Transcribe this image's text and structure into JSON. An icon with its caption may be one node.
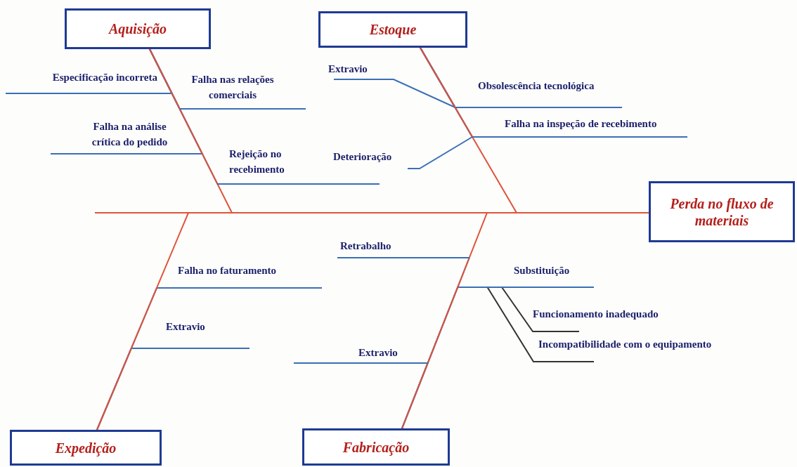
{
  "diagram": {
    "nodes": [
      {
        "text": [
          "Aquisição"
        ]
      },
      {
        "text": [
          "Especificação incorreta"
        ]
      },
      {
        "text": [
          "Falha nas relações comerciais"
        ]
      },
      {
        "text": [
          "Falha na análise crítica do pedido"
        ]
      },
      {
        "text": [
          "Rejeição no recebimento"
        ]
      },
      {
        "text": [
          "Estoque"
        ]
      },
      {
        "text": [
          "Extravio"
        ]
      },
      {
        "text": [
          "Obsolescência tecnológica"
        ]
      },
      {
        "text": [
          "Falha na inspeção de recebimento"
        ]
      },
      {
        "text": [
          "Deterioração"
        ]
      },
      {
        "text": [
          "Perda no fluxo de materiais"
        ]
      },
      {
        "text": [
          "Retrabalho"
        ]
      },
      {
        "text": [
          "Falha no faturamento"
        ]
      },
      {
        "text": [
          "Substituição"
        ]
      },
      {
        "text": [
          "Funcionamento inadequado"
        ]
      },
      {
        "text": [
          "Extravio"
        ]
      },
      {
        "text": [
          "Incompatibilidade com o equipamento"
        ]
      },
      {
        "text": [
          "Extravio"
        ]
      },
      {
        "text": [
          "Expedição"
        ]
      },
      {
        "text": [
          "Fabricação"
        ]
      }
    ],
    "edges": [
      {
        "from": 1,
        "to": 0,
        "arrow": "none"
      },
      {
        "from": 2,
        "to": 0,
        "arrow": "none"
      },
      {
        "from": 3,
        "to": 0,
        "arrow": "none"
      },
      {
        "from": 4,
        "to": 0,
        "arrow": "none"
      },
      {
        "from": 6,
        "to": 5,
        "arrow": "none"
      },
      {
        "from": 7,
        "to": 5,
        "arrow": "none"
      },
      {
        "from": 8,
        "to": 5,
        "arrow": "none"
      },
      {
        "from": 9,
        "to": 5,
        "arrow": "none"
      },
      {
        "from": 12,
        "to": 18,
        "arrow": "none"
      },
      {
        "from": 15,
        "to": 18,
        "arrow": "none"
      },
      {
        "from": 11,
        "to": 19,
        "arrow": "none"
      },
      {
        "from": 13,
        "to": 19,
        "arrow": "none"
      },
      {
        "from": 17,
        "to": 19,
        "arrow": "none"
      },
      {
        "from": 14,
        "to": 13,
        "arrow": "none",
        "color": "#333333"
      },
      {
        "from": 16,
        "to": 13,
        "arrow": "none",
        "color": "#333333"
      },
      {
        "from": 0,
        "to": 10,
        "arrow": "none",
        "color": "#e0533a"
      },
      {
        "from": 5,
        "to": 10,
        "arrow": "none",
        "color": "#e0533a"
      },
      {
        "from": 18,
        "to": 10,
        "arrow": "none",
        "color": "#e0533a"
      },
      {
        "from": 19,
        "to": 10,
        "arrow": "none",
        "color": "#e0533a"
      }
    ]
  }
}
